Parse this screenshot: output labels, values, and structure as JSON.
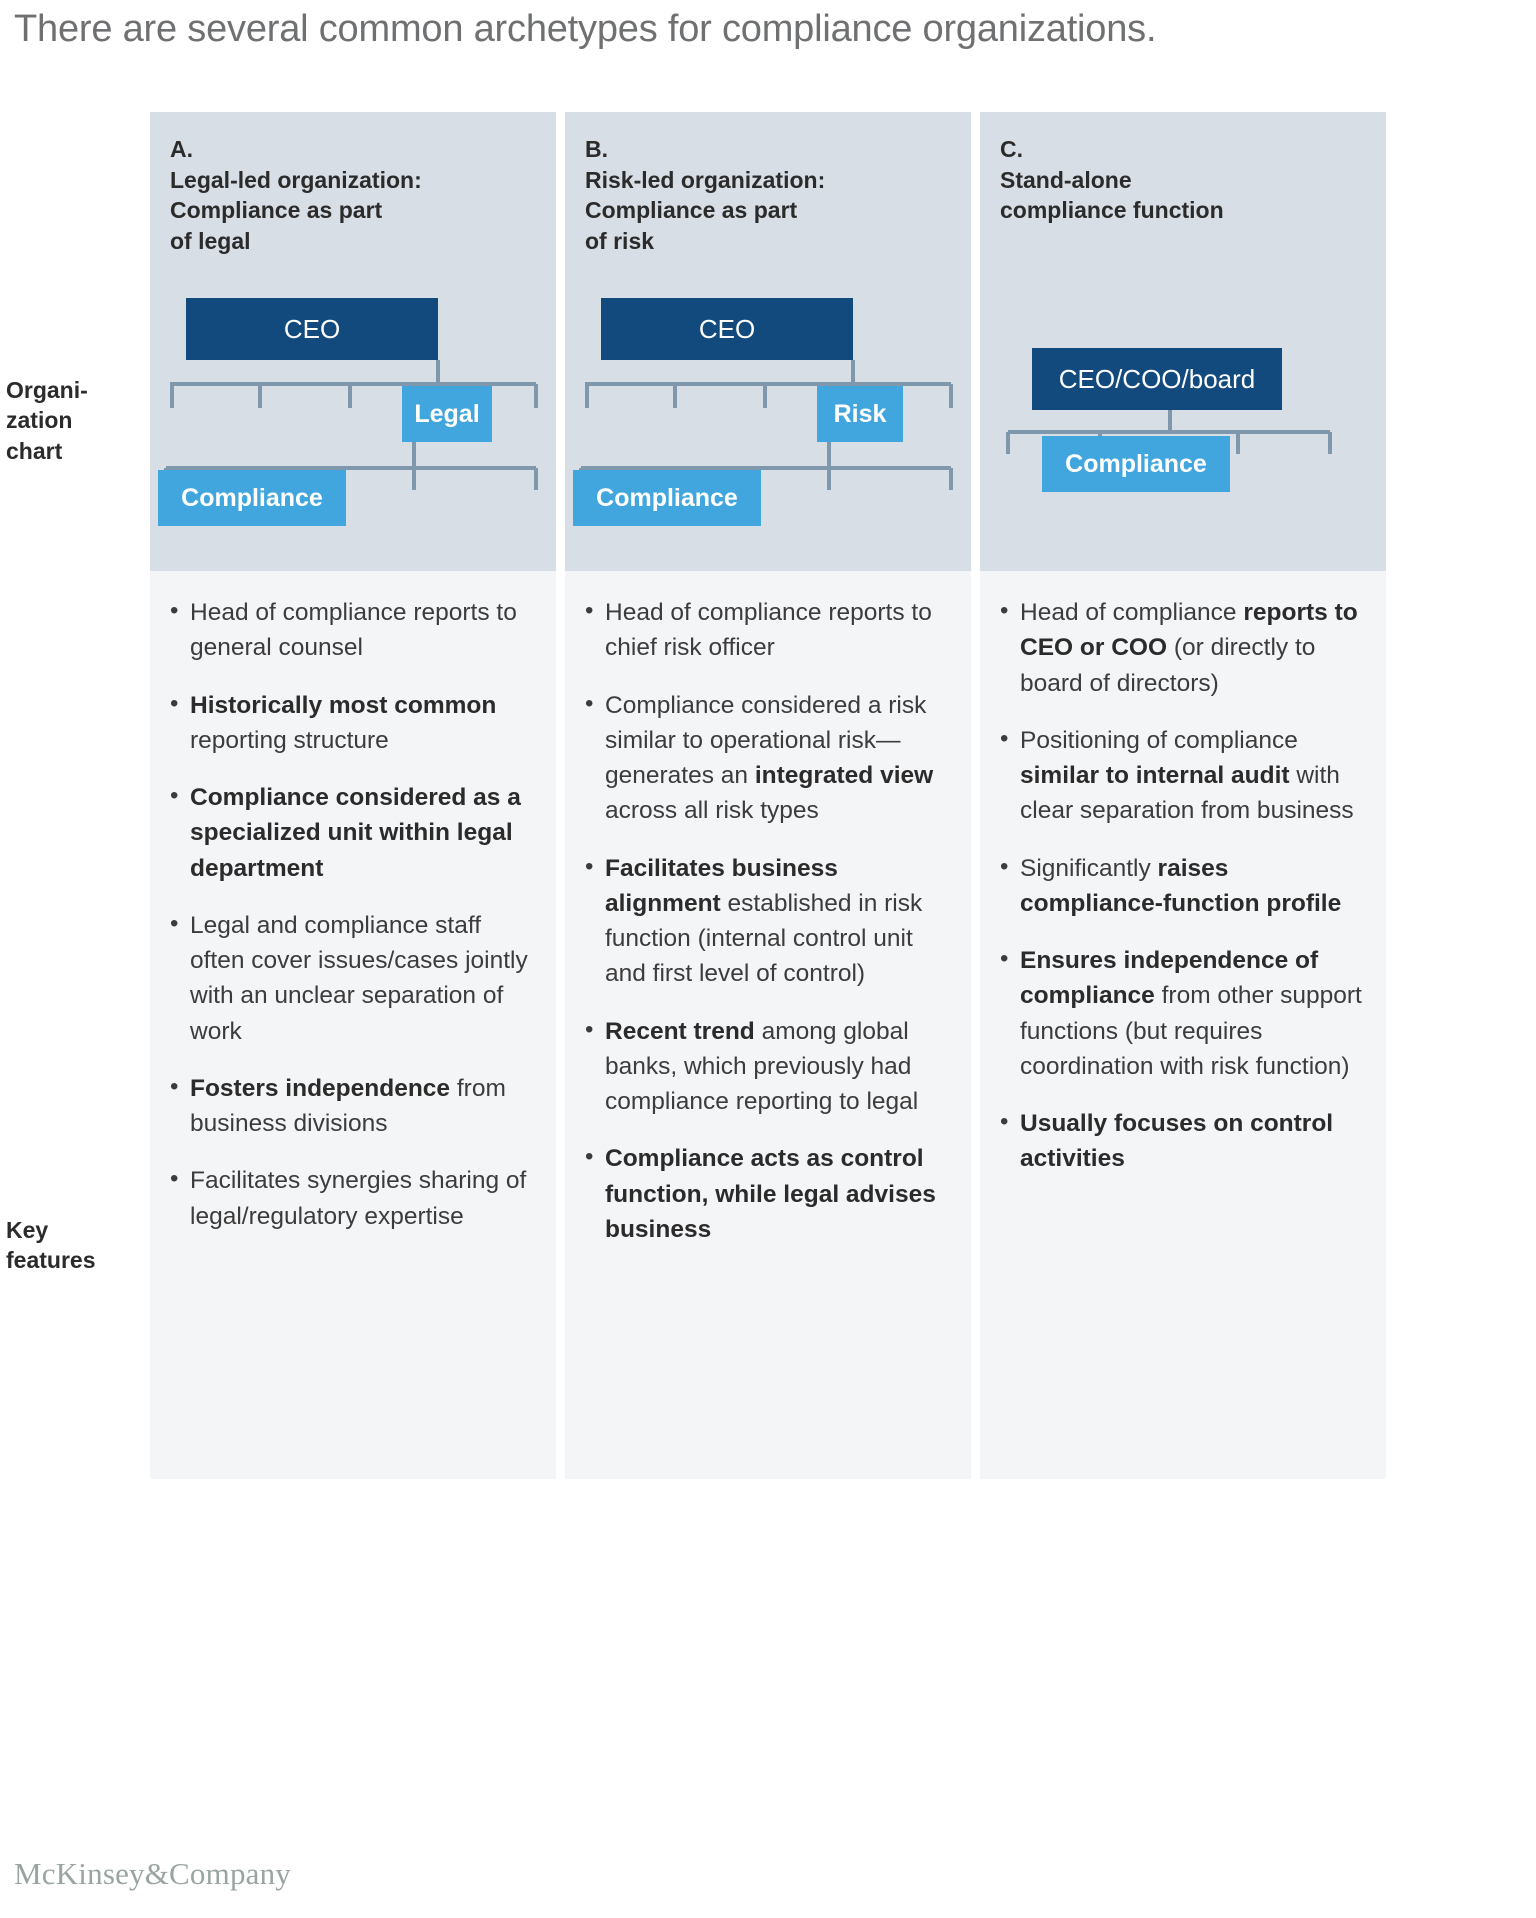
{
  "title": "There are several common archetypes for compliance organizations.",
  "row_labels": {
    "org_chart": "Organi-\nzation\nchart",
    "key_features": "Key\nfeatures"
  },
  "colors": {
    "chart_panel_bg": "#d7dee5",
    "features_panel_bg": "#f4f5f7",
    "node_dark": "#124a7e",
    "node_light": "#41a6de",
    "connector": "#7f98ab",
    "title_text": "#6e7072",
    "body_text": "#3c3c3c",
    "logo_text": "#9aa5a3"
  },
  "columns": [
    {
      "id": "A",
      "heading": "A.\nLegal-led organization:\nCompliance as part\nof legal",
      "chart": {
        "type": "org-chart",
        "nodes": [
          {
            "label": "CEO",
            "style": "dark"
          },
          {
            "label": "Legal",
            "style": "light"
          },
          {
            "label": "Compliance",
            "style": "light"
          }
        ]
      },
      "features": [
        [
          {
            "t": "Head of compliance reports to general counsel",
            "b": false
          }
        ],
        [
          {
            "t": "Historically most common ",
            "b": true
          },
          {
            "t": "reporting structure",
            "b": false
          }
        ],
        [
          {
            "t": "Compliance considered as a specialized unit within legal department",
            "b": true
          }
        ],
        [
          {
            "t": "Legal and compliance staff often cover issues/cases jointly with an unclear separation of work",
            "b": false
          }
        ],
        [
          {
            "t": "Fosters independence ",
            "b": true
          },
          {
            "t": "from business divisions",
            "b": false
          }
        ],
        [
          {
            "t": "Facilitates synergies sharing of legal/regulatory expertise",
            "b": false
          }
        ]
      ]
    },
    {
      "id": "B",
      "heading": "B.\nRisk-led organization:\nCompliance as part\nof risk",
      "chart": {
        "type": "org-chart",
        "nodes": [
          {
            "label": "CEO",
            "style": "dark"
          },
          {
            "label": "Risk",
            "style": "light"
          },
          {
            "label": "Compliance",
            "style": "light"
          }
        ]
      },
      "features": [
        [
          {
            "t": "Head of compliance reports to chief risk officer",
            "b": false
          }
        ],
        [
          {
            "t": "Compliance considered a risk similar to operational risk—generates an ",
            "b": false
          },
          {
            "t": "integrated view ",
            "b": true
          },
          {
            "t": "across all risk types",
            "b": false
          }
        ],
        [
          {
            "t": "Facilitates business alignment ",
            "b": true
          },
          {
            "t": "established in risk function (internal control unit and first level of control)",
            "b": false
          }
        ],
        [
          {
            "t": "Recent trend ",
            "b": true
          },
          {
            "t": "among global banks, which previously had compliance reporting to legal",
            "b": false
          }
        ],
        [
          {
            "t": "Compliance acts as control function, while legal advises business",
            "b": true
          }
        ]
      ]
    },
    {
      "id": "C",
      "heading": "C.\nStand-alone\ncompliance function",
      "chart": {
        "type": "org-chart",
        "nodes": [
          {
            "label": "CEO/COO/board",
            "style": "dark"
          },
          {
            "label": "Compliance",
            "style": "light"
          }
        ]
      },
      "features": [
        [
          {
            "t": "Head of compliance ",
            "b": false
          },
          {
            "t": "reports to CEO or COO ",
            "b": true
          },
          {
            "t": "(or directly to board of directors)",
            "b": false
          }
        ],
        [
          {
            "t": "Positioning of compliance ",
            "b": false
          },
          {
            "t": "similar to internal audit ",
            "b": true
          },
          {
            "t": "with clear separation from business",
            "b": false
          }
        ],
        [
          {
            "t": "Significantly ",
            "b": false
          },
          {
            "t": "raises compliance-function profile",
            "b": true
          }
        ],
        [
          {
            "t": "Ensures independence of compliance ",
            "b": true
          },
          {
            "t": "from other support functions (but requires coordination with risk function)",
            "b": false
          }
        ],
        [
          {
            "t": "Usually focuses on control activities",
            "b": true
          }
        ]
      ]
    }
  ],
  "footer": {
    "logo": "McKinsey&Company"
  }
}
